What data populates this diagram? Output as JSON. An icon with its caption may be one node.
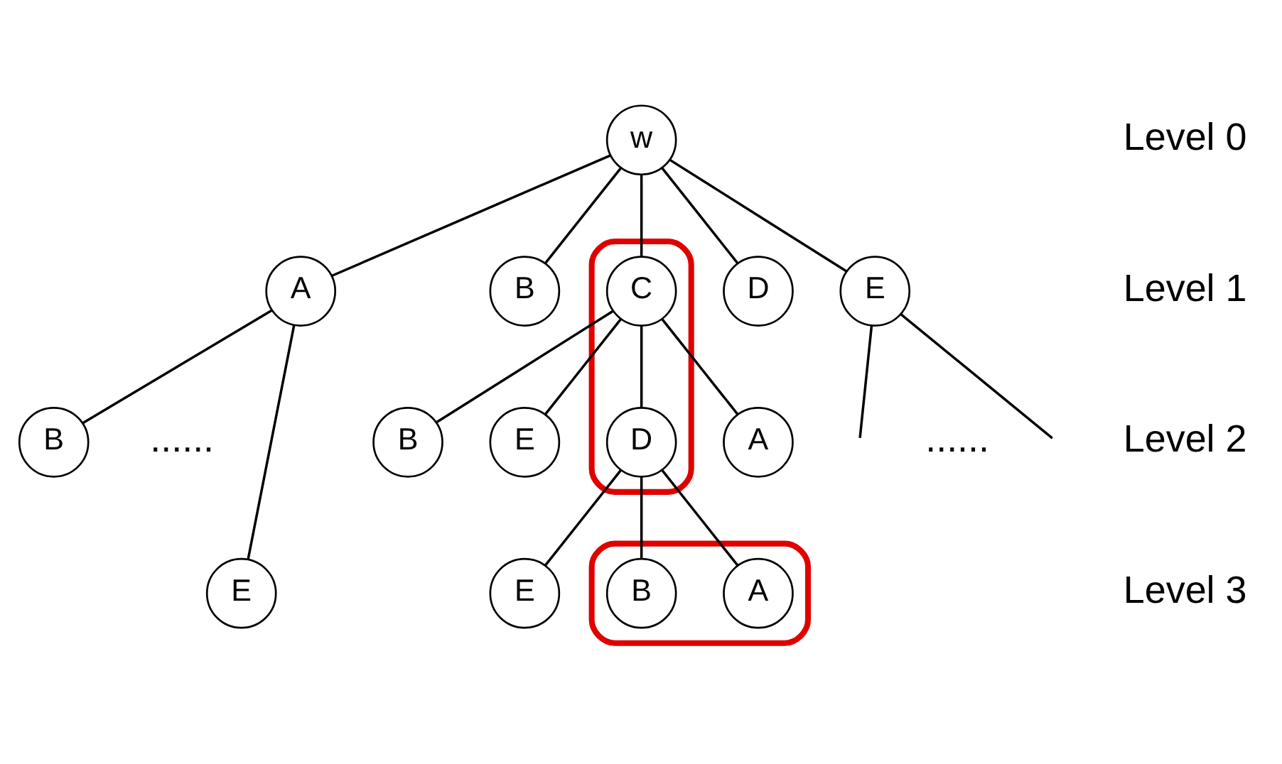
{
  "diagram": {
    "nodes": [
      {
        "text": [
          "w"
        ]
      },
      {
        "text": [
          "A"
        ]
      },
      {
        "text": [
          "B"
        ]
      },
      {
        "text": [],
        "shape": "ellipse"
      },
      {
        "text": [
          "C"
        ],
        "in": 3
      },
      {
        "text": [
          "D"
        ]
      },
      {
        "text": [
          "E"
        ]
      },
      {
        "text": [
          "B"
        ]
      },
      {
        "text": [
          "E"
        ]
      },
      {
        "text": [
          "A"
        ]
      },
      {
        "text": [
          "B"
        ]
      },
      {
        "text": [
          "D"
        ],
        "in": 3
      },
      {
        "text": [
          "E"
        ]
      },
      {
        "text": [],
        "shape": "ellipse"
      },
      {
        "text": [
          "A"
        ],
        "in": 13
      },
      {
        "text": [
          "B"
        ],
        "in": 13
      },
      {
        "text": [
          "E"
        ]
      }
    ],
    "edges": [
      {
        "from": 0,
        "to": 1,
        "arrow": "none"
      },
      {
        "from": 0,
        "to": 2,
        "arrow": "none"
      },
      {
        "from": 0,
        "to": 4,
        "arrow": "none"
      },
      {
        "from": 0,
        "to": 5,
        "arrow": "none"
      },
      {
        "from": 0,
        "to": 6,
        "arrow": "none"
      },
      {
        "from": 1,
        "to": 7,
        "arrow": "none"
      },
      {
        "from": 1,
        "to": 8,
        "arrow": "none"
      },
      {
        "from": 4,
        "to": 9,
        "arrow": "none"
      },
      {
        "from": 4,
        "to": 10,
        "arrow": "none"
      },
      {
        "from": 4,
        "to": 11,
        "arrow": "none"
      },
      {
        "from": 4,
        "to": 12,
        "arrow": "none"
      },
      {
        "from": 6,
        "to": null,
        "arrow": "none"
      },
      {
        "from": 6,
        "to": null,
        "arrow": "none"
      },
      {
        "from": 11,
        "to": 14,
        "arrow": "none"
      },
      {
        "from": 11,
        "to": 15,
        "arrow": "none"
      },
      {
        "from": 11,
        "to": 16,
        "arrow": "none"
      }
    ],
    "labels": [
      "Level 0",
      "Level 1",
      "......",
      "......",
      "Level 2",
      "Level 3"
    ]
  }
}
